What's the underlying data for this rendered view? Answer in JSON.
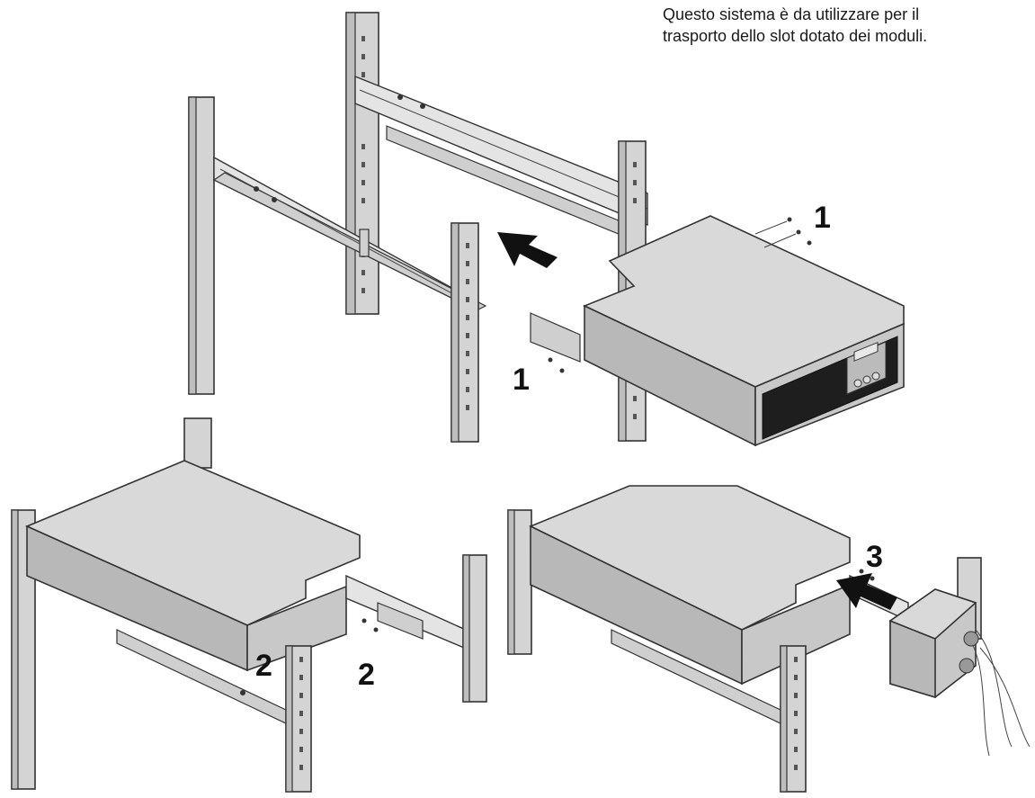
{
  "caption": {
    "line1": "Questo sistema è da utilizzare per il",
    "line2": "trasporto dello slot dotato dei moduli."
  },
  "step_labels": {
    "top_right": "1",
    "top_left": "1",
    "bottom_left_a": "2",
    "bottom_left_b": "2",
    "bottom_right": "3"
  },
  "colors": {
    "line": "#333333",
    "panel": "#d9d9d9",
    "arrow": "#111111"
  }
}
